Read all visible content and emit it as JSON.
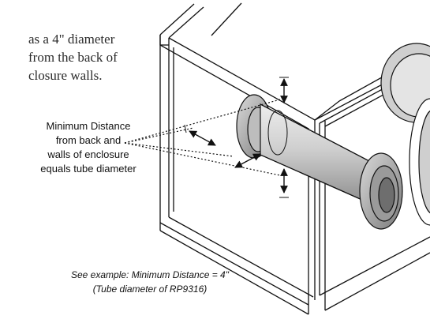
{
  "intro_text": [
    "as a 4\" diameter",
    "from the back of",
    "closure walls."
  ],
  "callout_label": [
    "Minimum Distance",
    "from back and",
    "walls of enclosure",
    "equals tube diameter"
  ],
  "example_note": [
    "See example: Minimum Distance = 4\"",
    "(Tube diameter of RP9316)"
  ]
}
